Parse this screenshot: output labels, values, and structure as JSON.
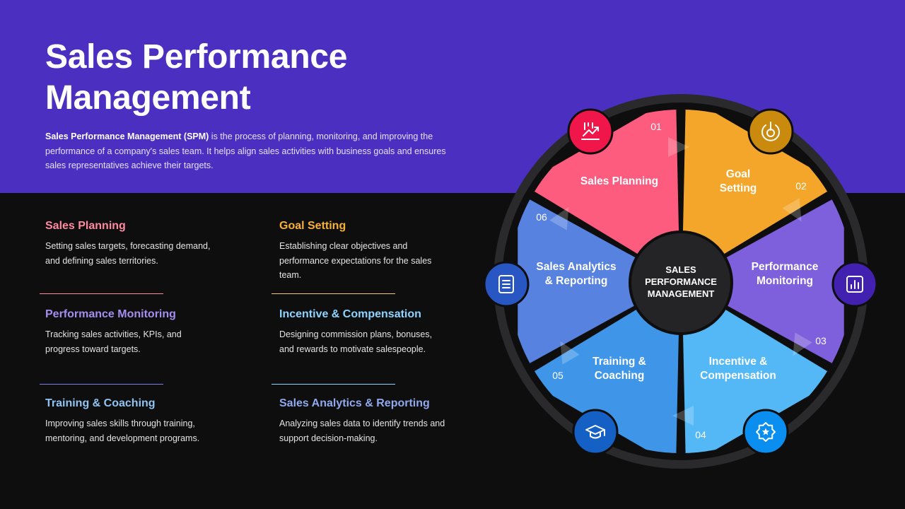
{
  "header": {
    "title": "Sales Performance Management",
    "intro_bold": "Sales Performance Management (SPM)",
    "intro_rest": " is the process of planning, monitoring, and improving the performance of a company's sales team. It helps align sales activities with business goals and ensures sales representatives achieve their targets."
  },
  "items": [
    {
      "title": "Sales Planning",
      "desc": "Setting sales targets, forecasting demand, and defining sales territories.",
      "color": "#ff8aa0"
    },
    {
      "title": "Goal Setting",
      "desc": "Establishing clear objectives and performance expectations for the sales team.",
      "color": "#f8b133"
    },
    {
      "title": "Performance Monitoring",
      "desc": "Tracking sales activities, KPIs, and progress toward targets.",
      "color": "#a58df0"
    },
    {
      "title": "Incentive & Compensation",
      "desc": "Designing commission plans, bonuses, and rewards to motivate salespeople.",
      "color": "#8fd3ff"
    },
    {
      "title": "Training & Coaching",
      "desc": "Improving sales skills through training, mentoring, and development programs.",
      "color": "#8fc3f2"
    },
    {
      "title": "Sales Analytics & Reporting",
      "desc": "Analyzing sales data to identify trends and support decision-making.",
      "color": "#8fa8ee"
    }
  ],
  "wheel": {
    "center_lines": [
      "SALES",
      "PERFORMANCE",
      "MANAGEMENT"
    ],
    "segments": [
      {
        "num": "01",
        "lines": [
          "Sales Planning"
        ],
        "color": "#fe5c7e",
        "icon_color": "#f0164a",
        "icon": "chart-growth-icon"
      },
      {
        "num": "02",
        "lines": [
          "Goal",
          "Setting"
        ],
        "color": "#f4a62a",
        "icon_color": "#c98a0e",
        "icon": "power-target-icon"
      },
      {
        "num": "03",
        "lines": [
          "Performance",
          "Monitoring"
        ],
        "color": "#7e5fdc",
        "icon_color": "#4321b0",
        "icon": "bar-report-icon"
      },
      {
        "num": "04",
        "lines": [
          "Incentive &",
          "Compensation"
        ],
        "color": "#54b8f6",
        "icon_color": "#0a8ef0",
        "icon": "star-badge-icon"
      },
      {
        "num": "05",
        "lines": [
          "Training &",
          "Coaching"
        ],
        "color": "#3f96e8",
        "icon_color": "#1560c4",
        "icon": "graduation-cap-icon"
      },
      {
        "num": "06",
        "lines": [
          "Sales Analytics",
          "& Reporting"
        ],
        "color": "#5882e0",
        "icon_color": "#2856c2",
        "icon": "document-list-icon"
      }
    ]
  }
}
